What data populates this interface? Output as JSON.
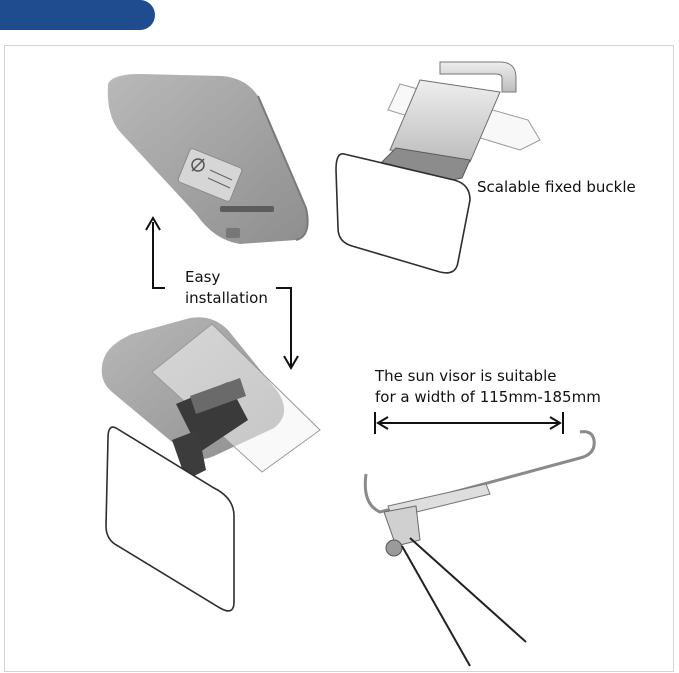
{
  "captions": {
    "buckle": "Scalable fixed buckle",
    "install_line1": "Easy",
    "install_line2": "installation",
    "width_line1": "The sun visor is suitable",
    "width_line2": "for a width of 115mm-185mm"
  },
  "colors": {
    "header_tab": "#1f4b8f",
    "visor_gray": "#a7a7a7",
    "frame_line": "#2e2e2e",
    "clip_dark": "#3a3a3a",
    "panel_border": "#d4d4d4"
  }
}
